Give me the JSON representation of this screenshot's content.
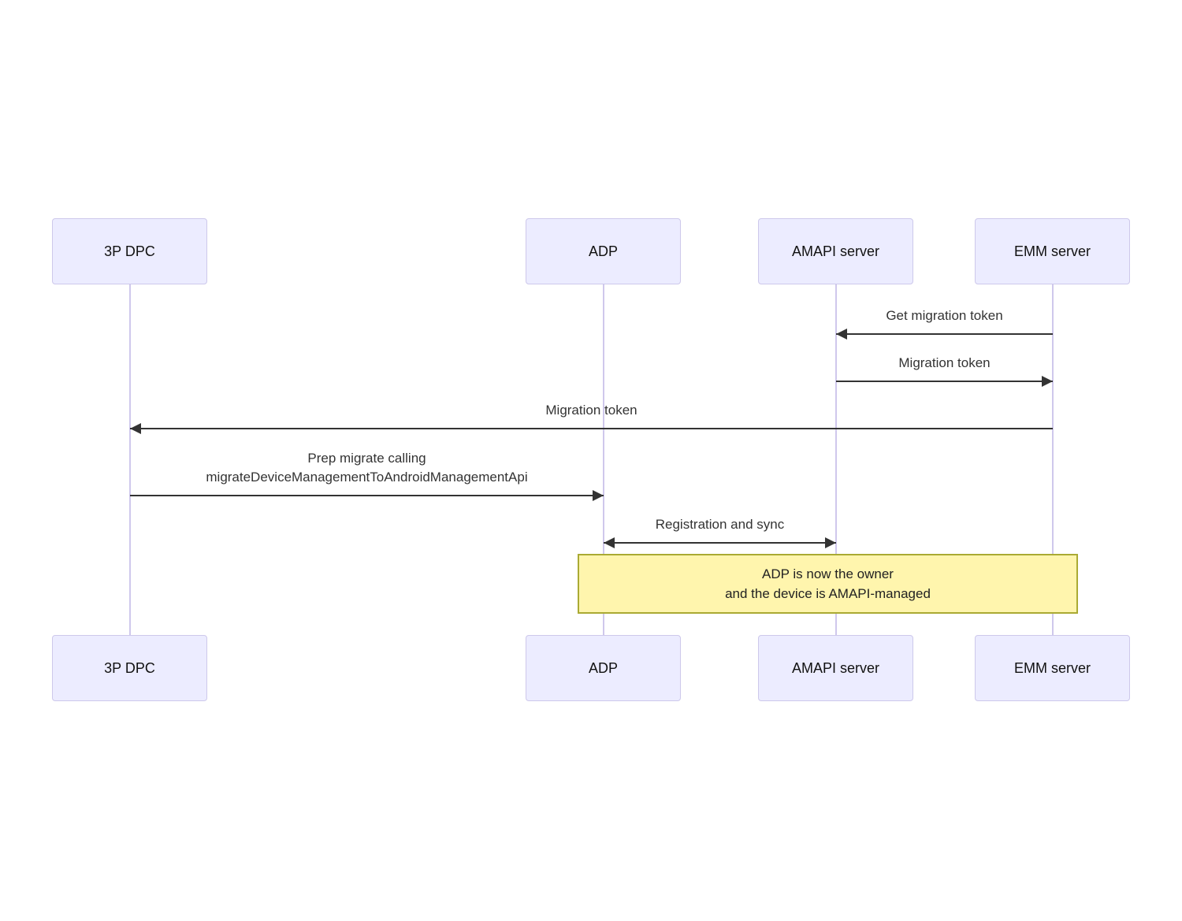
{
  "diagram": {
    "type": "sequence",
    "actors": [
      {
        "label": "3P DPC"
      },
      {
        "label": "ADP"
      },
      {
        "label": "AMAPI server"
      },
      {
        "label": "EMM server"
      }
    ],
    "messages": [
      {
        "label": "Get migration token",
        "from": "EMM server",
        "to": "AMAPI server",
        "direction": "left"
      },
      {
        "label": "Migration token",
        "from": "AMAPI server",
        "to": "EMM server",
        "direction": "right"
      },
      {
        "label": "Migration token",
        "from": "EMM server",
        "to": "3P DPC",
        "direction": "left"
      },
      {
        "label": "Prep migrate calling",
        "label2": "migrateDeviceManagementToAndroidManagementApi",
        "from": "3P DPC",
        "to": "ADP",
        "direction": "right"
      },
      {
        "label": "Registration and sync",
        "from": "ADP",
        "to": "AMAPI server",
        "direction": "both"
      }
    ],
    "note": {
      "line1": "ADP is now the owner",
      "line2": "and the device is AMAPI-managed",
      "over": "ADP, AMAPI server, EMM server"
    },
    "colors": {
      "actor_fill": "#ECECFF",
      "actor_border": "#CDC8EB",
      "lifeline": "#CFC8EC",
      "arrow": "#333333",
      "text": "#333333",
      "note_fill": "#FFF5AD",
      "note_border": "#AAAA33"
    }
  }
}
